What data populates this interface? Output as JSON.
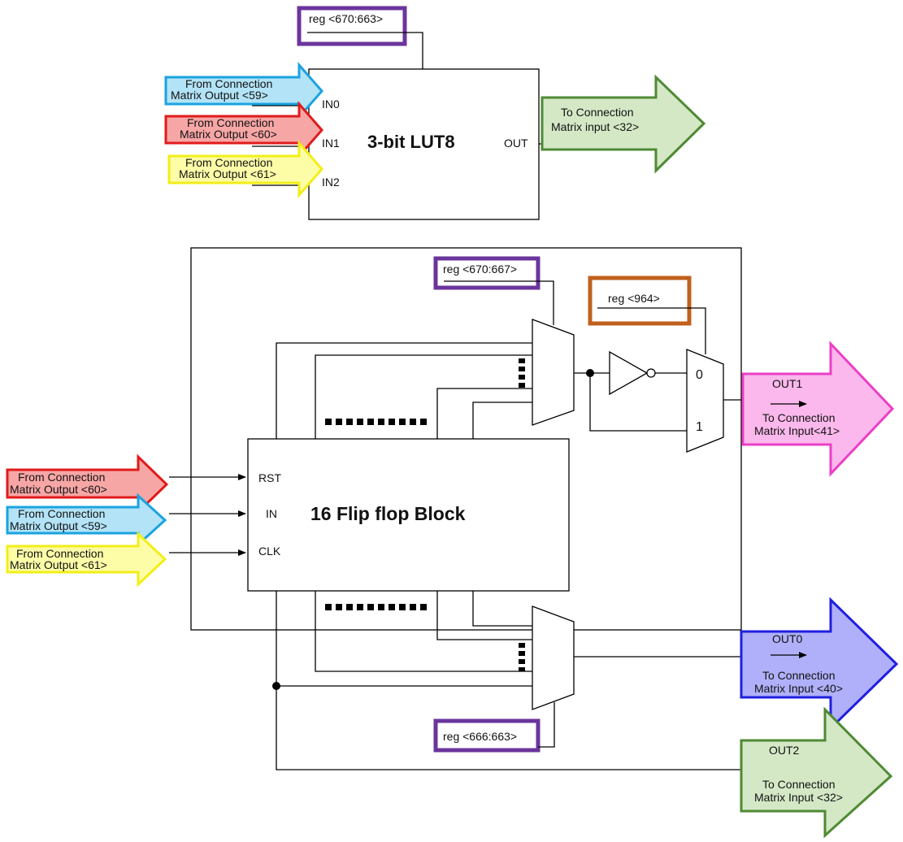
{
  "lut": {
    "reg_label": "reg <670:663>",
    "title": "3-bit LUT8",
    "pins": [
      "IN0",
      "IN1",
      "IN2"
    ],
    "out_pin": "OUT",
    "inputs": [
      {
        "line1": "From Connection",
        "line2": "Matrix Output <59>",
        "fill": "#b3e3f7",
        "stroke": "#1aa3e0"
      },
      {
        "line1": "From Connection",
        "line2": "Matrix Output <60>",
        "fill": "#f7a6a6",
        "stroke": "#e01b1b"
      },
      {
        "line1": "From Connection",
        "line2": "Matrix Output <61>",
        "fill": "#fdfda8",
        "stroke": "#f2ee17"
      }
    ],
    "output": {
      "line1": "To Connection",
      "line2": "Matrix input <32>",
      "fill": "#d4e8c6",
      "stroke": "#4f8a34"
    }
  },
  "ff": {
    "title": "16 Flip flop Block",
    "pins": [
      "RST",
      "IN",
      "CLK"
    ],
    "top_mux_reg": "reg <670:667>",
    "inv_mux_reg": "reg <964>",
    "bottom_mux_reg": "reg <666:663>",
    "mux_in0": "0",
    "mux_in1": "1",
    "inputs": [
      {
        "line1": "From Connection",
        "line2": "Matrix Output <60>",
        "fill": "#f7a6a6",
        "stroke": "#e01b1b"
      },
      {
        "line1": "From Connection",
        "line2": "Matrix Output <59>",
        "fill": "#b3e3f7",
        "stroke": "#1aa3e0"
      },
      {
        "line1": "From Connection",
        "line2": "Matrix Output <61>",
        "fill": "#fdfda8",
        "stroke": "#f2ee17"
      }
    ],
    "outputs": [
      {
        "name": "OUT1",
        "line1": "To Connection",
        "line2": "Matrix Input<41>",
        "fill": "#fbb8ec",
        "stroke": "#ea3fc6"
      },
      {
        "name": "OUT0",
        "line1": "To Connection",
        "line2": "Matrix Input <40>",
        "fill": "#b0b0fa",
        "stroke": "#1f1fe0"
      },
      {
        "name": "OUT2",
        "line1": "To Connection",
        "line2": "Matrix Input <32>",
        "fill": "#d4e8c6",
        "stroke": "#4f8a34"
      }
    ]
  },
  "colors": {
    "reg_purple": "#6a359c",
    "reg_orange": "#c0601e"
  }
}
